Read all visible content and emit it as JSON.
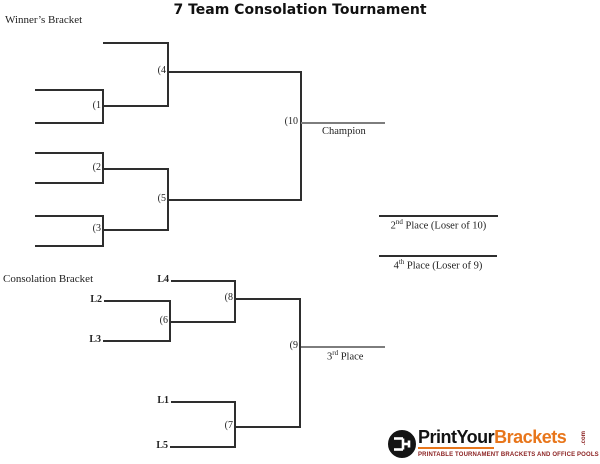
{
  "title": "7 Team Consolation Tournament",
  "sections": {
    "winners_label": "Winner’s Bracket",
    "consolation_label": "Consolation Bracket"
  },
  "games": {
    "g1": "(1",
    "g2": "(2",
    "g3": "(3",
    "g4": "(4",
    "g5": "(5",
    "g6": "(6",
    "g7": "(7",
    "g8": "(8",
    "g9": "(9",
    "g10": "(10"
  },
  "losers": {
    "l1": "L1",
    "l2": "L2",
    "l3": "L3",
    "l4": "L4",
    "l5": "L5"
  },
  "results": {
    "champion": "Champion",
    "second": {
      "num": "2",
      "sup": "nd",
      "rest": " Place (Loser of 10)"
    },
    "third": {
      "num": "3",
      "sup": "rd",
      "rest": " Place"
    },
    "fourth": {
      "num": "4",
      "sup": "th",
      "rest": " Place (Loser of 9)"
    }
  },
  "logo": {
    "brand_black": "PrintYour",
    "brand_orange": "Brackets",
    "tld": ".com",
    "tagline": "PRINTABLE TOURNAMENT BRACKETS AND OFFICE POOLS"
  },
  "colors": {
    "background": "#ffffff",
    "line": "#2e2e2e",
    "result_line": "#7d7d7d",
    "logo_orange": "#e8761b",
    "logo_dark_red": "#8a1f1f"
  }
}
